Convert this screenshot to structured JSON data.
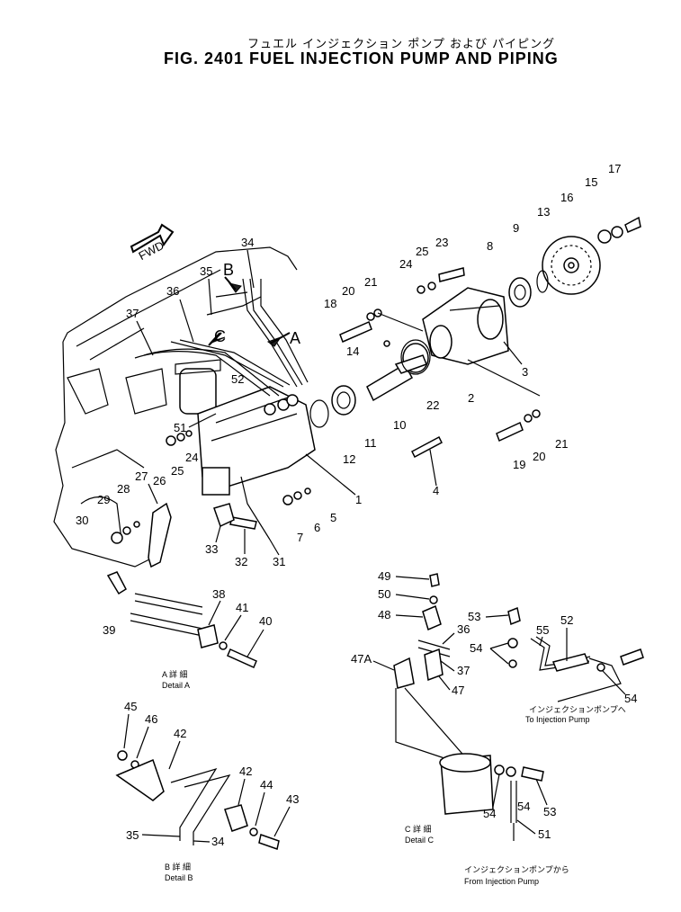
{
  "header": {
    "jp_title": "フュエル インジェクション ポンプ および パイピング",
    "fig_title": "FIG. 2401  FUEL INJECTION PUMP AND PIPING"
  },
  "labels": {
    "fwd": "FWD",
    "A": "A",
    "B": "B",
    "C": "C",
    "n1": "1",
    "n2": "2",
    "n3": "3",
    "n4": "4",
    "n5": "5",
    "n6": "6",
    "n7": "7",
    "n8": "8",
    "n9": "9",
    "n10": "10",
    "n11": "11",
    "n12": "12",
    "n13": "13",
    "n14": "14",
    "n15": "15",
    "n16": "16",
    "n17": "17",
    "n18": "18",
    "n19": "19",
    "n20a": "20",
    "n20b": "20",
    "n21a": "21",
    "n21b": "21",
    "n22": "22",
    "n23": "23",
    "n24a": "24",
    "n24b": "24",
    "n25a": "25",
    "n25b": "25",
    "n26": "26",
    "n27": "27",
    "n28": "28",
    "n29": "29",
    "n30": "30",
    "n31": "31",
    "n32": "32",
    "n33": "33",
    "n34a": "34",
    "n34b": "34",
    "n35a": "35",
    "n35b": "35",
    "n36a": "36",
    "n36b": "36",
    "n37a": "37",
    "n37b": "37",
    "n38": "38",
    "n39": "39",
    "n40": "40",
    "n41": "41",
    "n42a": "42",
    "n42b": "42",
    "n43": "43",
    "n44": "44",
    "n45": "45",
    "n46": "46",
    "n47": "47",
    "n47A": "47A",
    "n48": "48",
    "n49": "49",
    "n50": "50",
    "n51a": "51",
    "n51b": "51",
    "n52a": "52",
    "n52b": "52",
    "n53a": "53",
    "n53b": "53",
    "n54a": "54",
    "n54b": "54",
    "n54c": "54",
    "n55": "55"
  },
  "captions": {
    "detail_a_jp": "A  詳 細",
    "detail_a": "Detail A",
    "detail_b_jp": "B  詳 細",
    "detail_b": "Detail B",
    "detail_c_jp": "C  詳 細",
    "detail_c": "Detail C",
    "to_pump_jp": "インジェクションポンプへ",
    "to_pump": "To Injection Pump",
    "from_pump_jp": "インジェクションポンプから",
    "from_pump": "From Injection Pump"
  }
}
